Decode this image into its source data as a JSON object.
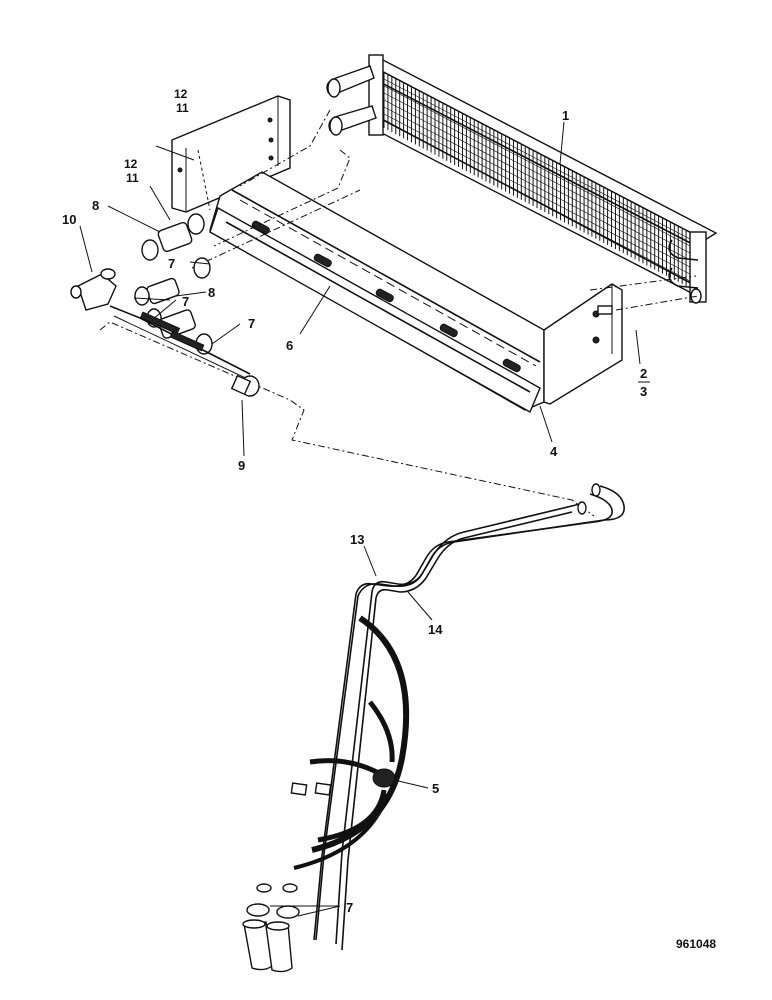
{
  "drawing_number": "961048",
  "callouts": [
    {
      "id": "c1",
      "text": "1"
    },
    {
      "id": "c2",
      "text": "2"
    },
    {
      "id": "c3",
      "text": "3"
    },
    {
      "id": "c4",
      "text": "4"
    },
    {
      "id": "c5",
      "text": "5"
    },
    {
      "id": "c6",
      "text": "6"
    },
    {
      "id": "c7a",
      "text": "7"
    },
    {
      "id": "c7b",
      "text": "7"
    },
    {
      "id": "c7c",
      "text": "7"
    },
    {
      "id": "c7d",
      "text": "7"
    },
    {
      "id": "c8a",
      "text": "8"
    },
    {
      "id": "c8b",
      "text": "8"
    },
    {
      "id": "c9",
      "text": "9"
    },
    {
      "id": "c10",
      "text": "10"
    },
    {
      "id": "c11a",
      "text": "11"
    },
    {
      "id": "c12a",
      "text": "12"
    },
    {
      "id": "c11b",
      "text": "11"
    },
    {
      "id": "c12b",
      "text": "12"
    },
    {
      "id": "c13",
      "text": "13"
    },
    {
      "id": "c14",
      "text": "14"
    }
  ]
}
